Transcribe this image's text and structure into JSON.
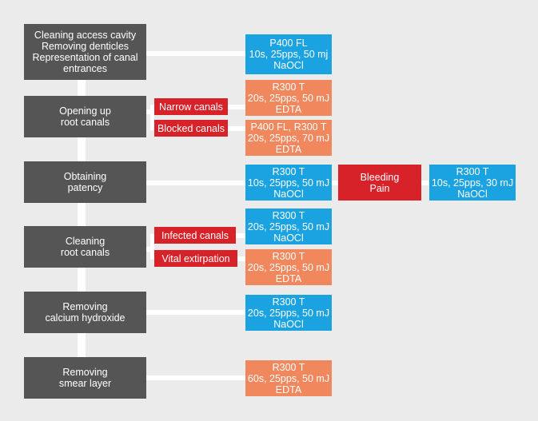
{
  "colors": {
    "background": "#ebebeb",
    "step": "#555555",
    "connector": "#ffffff",
    "blue_setting": "#1aa3e0",
    "orange_setting": "#f0875d",
    "red_condition": "#d8222a"
  },
  "steps": [
    {
      "lines": [
        "Cleaning access cavity",
        "Removing denticles",
        "Representation of canal",
        "entrances"
      ]
    },
    {
      "lines": [
        "Opening up",
        "root canals"
      ]
    },
    {
      "lines": [
        "Obtaining",
        "patency"
      ]
    },
    {
      "lines": [
        "Cleaning",
        "root canals"
      ]
    },
    {
      "lines": [
        "Removing",
        "calcium hydroxide"
      ]
    },
    {
      "lines": [
        "Removing",
        "smear layer"
      ]
    }
  ],
  "conditions": [
    {
      "lines": [
        "Narrow canals"
      ]
    },
    {
      "lines": [
        "Blocked canals"
      ]
    },
    {
      "lines": [
        "Bleeding",
        "Pain"
      ]
    },
    {
      "lines": [
        "Infected canals"
      ]
    },
    {
      "lines": [
        "Vital extirpation"
      ]
    }
  ],
  "settings": [
    {
      "color": "blue",
      "lines": [
        "P400 FL",
        "10s, 25pps, 50 mj",
        "NaOCl"
      ]
    },
    {
      "color": "orange",
      "lines": [
        "R300 T",
        "20s, 25pps, 50 mJ",
        "EDTA"
      ]
    },
    {
      "color": "orange",
      "lines": [
        "P400 FL, R300 T",
        "20s, 25pps, 70 mJ",
        "EDTA"
      ]
    },
    {
      "color": "blue",
      "lines": [
        "R300 T",
        "10s, 25pps, 50 mJ",
        "NaOCl"
      ]
    },
    {
      "color": "blue",
      "lines": [
        "R300 T",
        "10s, 25pps, 30 mJ",
        "NaOCl"
      ]
    },
    {
      "color": "blue",
      "lines": [
        "R300 T",
        "20s, 25pps, 50 mJ",
        "NaOCl"
      ]
    },
    {
      "color": "orange",
      "lines": [
        "R300 T",
        "20s, 25pps, 50 mJ",
        "EDTA"
      ]
    },
    {
      "color": "blue",
      "lines": [
        "R300 T",
        "20s, 25pps, 50 mJ",
        "NaOCl"
      ]
    },
    {
      "color": "orange",
      "lines": [
        "R300 T",
        "60s, 25pps, 50 mJ",
        "EDTA"
      ]
    }
  ]
}
